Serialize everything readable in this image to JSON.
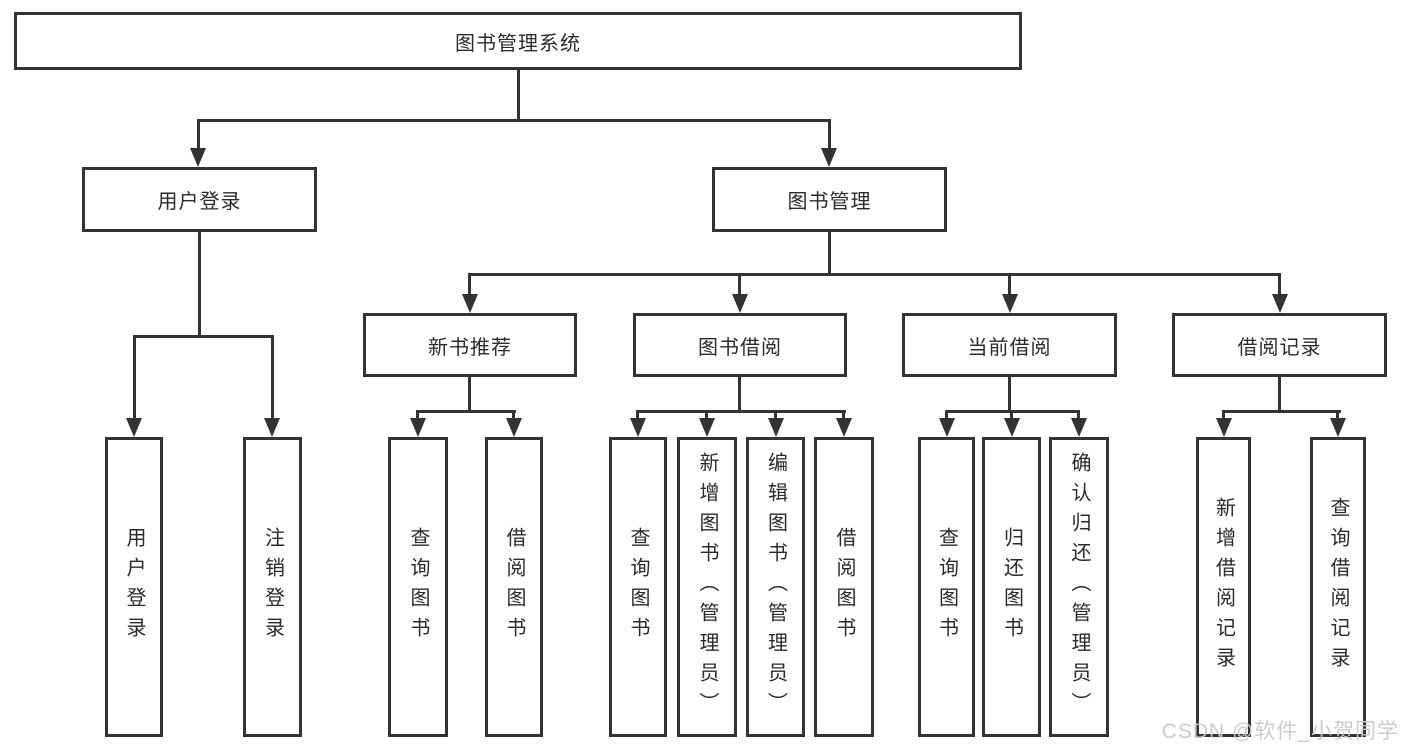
{
  "tree": {
    "root": "图书管理系统",
    "children": [
      {
        "label": "用户登录",
        "leaves": [
          "用户登录",
          "注销登录"
        ]
      },
      {
        "label": "图书管理",
        "children": [
          {
            "label": "新书推荐",
            "leaves": [
              "查询图书",
              "借阅图书"
            ]
          },
          {
            "label": "图书借阅",
            "leaves": [
              "查询图书",
              "新增图书（管理员）",
              "编辑图书（管理员）",
              "借阅图书"
            ]
          },
          {
            "label": "当前借阅",
            "leaves": [
              "查询图书",
              "归还图书",
              "确认归还（管理员）"
            ]
          },
          {
            "label": "借阅记录",
            "leaves": [
              "新增借阅记录",
              "查询借阅记录"
            ]
          }
        ]
      }
    ]
  },
  "watermark": {
    "text": "CSDN @软件_小贺同学"
  },
  "colors": {
    "line": "#333333",
    "text": "#2b2b2b",
    "watermark": "#c9c9c9",
    "background": "#ffffff"
  }
}
